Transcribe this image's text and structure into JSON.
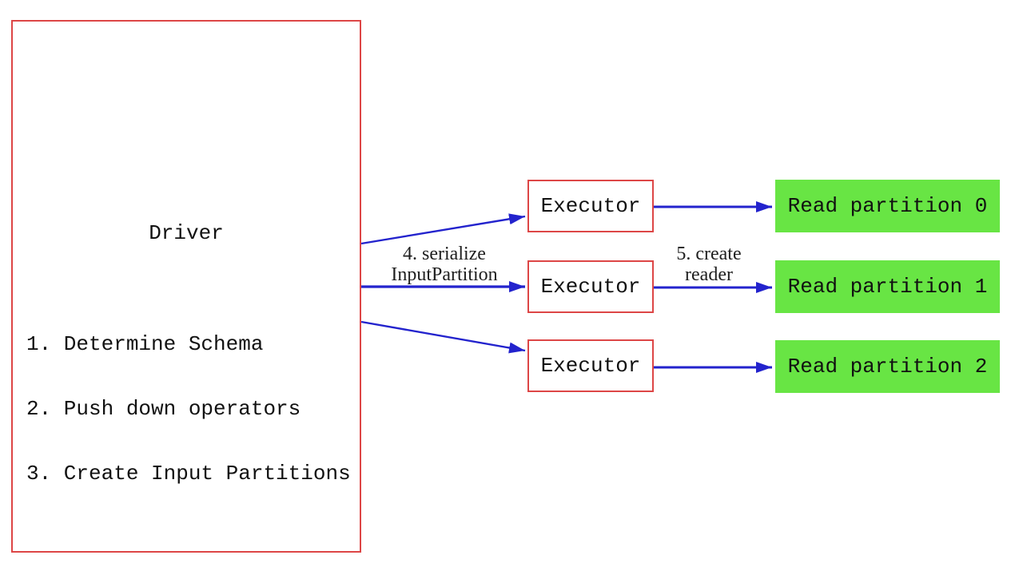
{
  "diagram": {
    "driver": {
      "title": "Driver",
      "steps": [
        "1. Determine Schema",
        "2. Push down operators",
        "3. Create Input Partitions"
      ]
    },
    "executors": [
      {
        "label": "Executor"
      },
      {
        "label": "Executor"
      },
      {
        "label": "Executor"
      }
    ],
    "partitions": [
      {
        "label": "Read partition 0"
      },
      {
        "label": "Read partition 1"
      },
      {
        "label": "Read partition 2"
      }
    ],
    "edge_labels": {
      "serialize": {
        "line1": "4. serialize",
        "line2": "InputPartition"
      },
      "create_reader": {
        "line1": "5. create",
        "line2": "reader"
      }
    },
    "colors": {
      "background": "#ffffff",
      "box_border_red": "#dd4646",
      "arrow_blue": "#2323cd",
      "partition_green": "#68e544",
      "text_black": "#111111"
    }
  }
}
